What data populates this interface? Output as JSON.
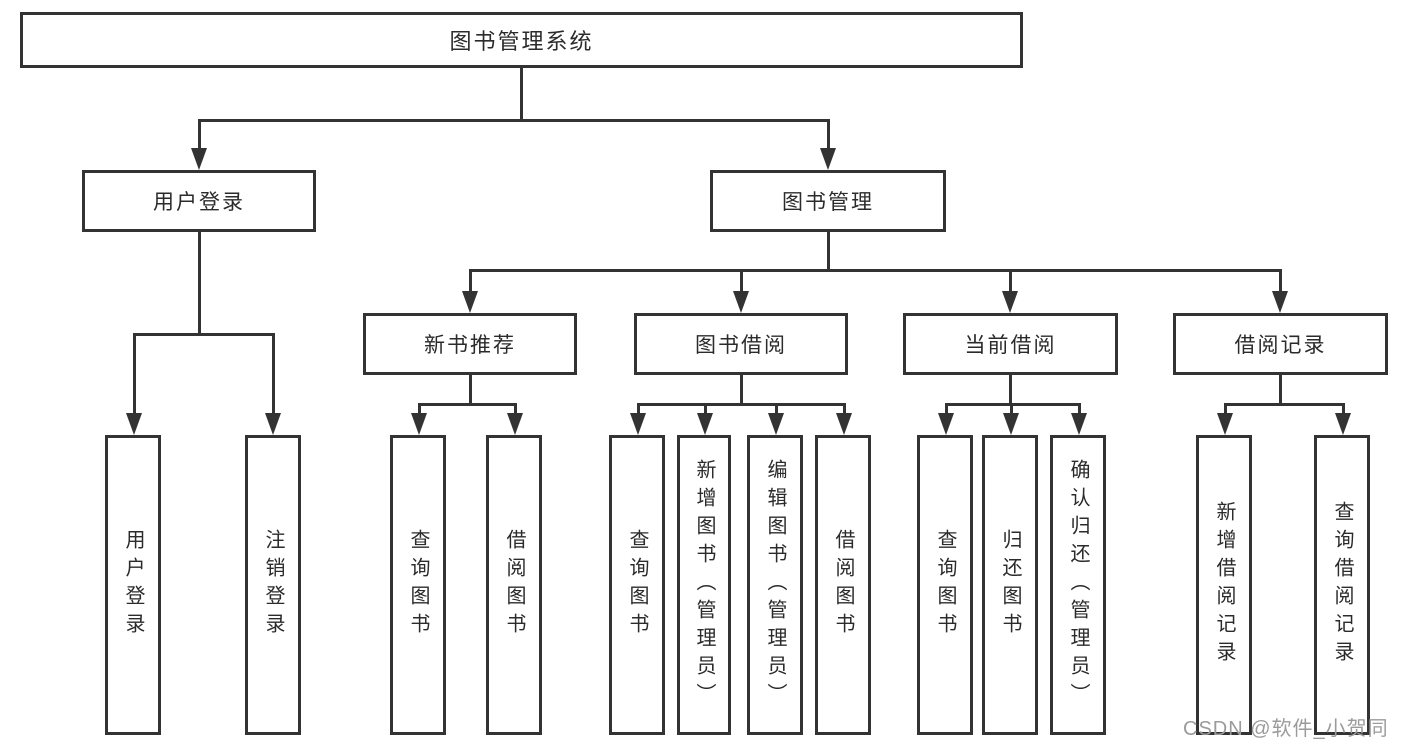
{
  "root": {
    "label": "图书管理系统"
  },
  "branches": [
    {
      "label": "用户登录",
      "children": [
        {
          "label": "用户登录"
        },
        {
          "label": "注销登录"
        }
      ]
    },
    {
      "label": "图书管理",
      "children": [
        {
          "label": "新书推荐",
          "children": [
            {
              "label": "查询图书"
            },
            {
              "label": "借阅图书"
            }
          ]
        },
        {
          "label": "图书借阅",
          "children": [
            {
              "label": "查询图书"
            },
            {
              "label": "新增图书（管理员）"
            },
            {
              "label": "编辑图书（管理员）"
            },
            {
              "label": "借阅图书"
            }
          ]
        },
        {
          "label": "当前借阅",
          "children": [
            {
              "label": "查询图书"
            },
            {
              "label": "归还图书"
            },
            {
              "label": "确认归还（管理员）"
            }
          ]
        },
        {
          "label": "借阅记录",
          "children": [
            {
              "label": "新增借阅记录"
            },
            {
              "label": "查询借阅记录"
            }
          ]
        }
      ]
    }
  ],
  "watermark": "CSDN @软件_小贺同学",
  "colors": {
    "line": "#333333",
    "box_border": "#333333",
    "text": "#2b2b2b",
    "watermark": "#9b9b9b",
    "background": "#ffffff"
  }
}
